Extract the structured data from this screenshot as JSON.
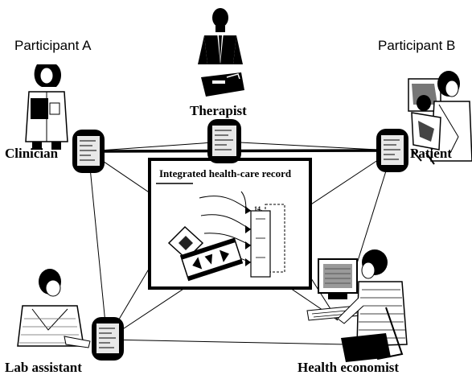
{
  "participants": {
    "a_label": "Participant A",
    "b_label": "Participant B"
  },
  "roles": {
    "therapist": "Therapist",
    "clinician": "Clinician",
    "patient": "Patient",
    "lab_assistant": "Lab assistant",
    "health_economist": "Health economist"
  },
  "record": {
    "title": "Integrated health-care record",
    "page_number": "14."
  },
  "colors": {
    "ink": "#000000",
    "paper": "#ffffff",
    "screen": "#e8e8e8"
  }
}
